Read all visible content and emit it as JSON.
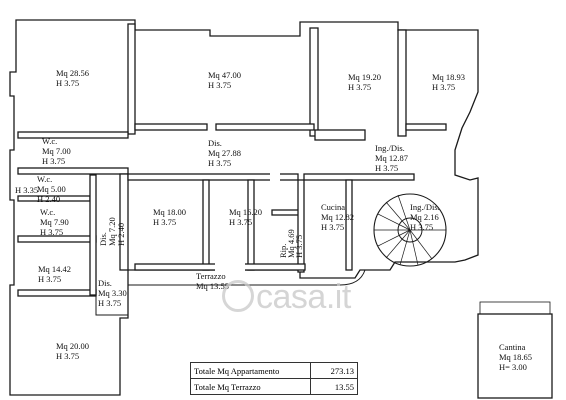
{
  "rooms": [
    {
      "id": "r1",
      "area": "Mq  28.56",
      "height": "H 3.75"
    },
    {
      "id": "r2",
      "area": "Mq  47.00",
      "height": "H 3.75"
    },
    {
      "id": "r3",
      "area": "Mq  19.20",
      "height": "H 3.75"
    },
    {
      "id": "r4",
      "area": "Mq  18.93",
      "height": "H 3.75"
    },
    {
      "id": "wc1",
      "name": "W.c.",
      "area": "Mq  7.00",
      "height": "H 3.75"
    },
    {
      "id": "dis1",
      "name": "Dis.",
      "area": "Mq  27.88",
      "height": "H 3.75"
    },
    {
      "id": "ingdis1",
      "name": "Ing./Dis.",
      "area": "Mq  12.87",
      "height": "H 3.75"
    },
    {
      "id": "wc2",
      "name": "W.c.",
      "area": "Mq  5.00",
      "height": "H 2.40"
    },
    {
      "id": "wc3",
      "name": "W.c.",
      "area": "Mq  7.90",
      "height": "H 3.75"
    },
    {
      "id": "r5",
      "area": "Mq  18.00",
      "height": "H 3.75"
    },
    {
      "id": "r6",
      "area": "Mq  16.20",
      "height": "H 3.75"
    },
    {
      "id": "cucina",
      "name": "Cucina",
      "area": "Mq  12.82",
      "height": "H 3.75"
    },
    {
      "id": "ingdis2",
      "name": "Ing./Dis.",
      "area": "Mq  2.16",
      "height": "H 3.75"
    },
    {
      "id": "r7",
      "area": "Mq  14.42",
      "height": "H 3.75"
    },
    {
      "id": "dis2",
      "name": "Dis.",
      "area": "Mq  3.30",
      "height": "H 3.75"
    },
    {
      "id": "r8",
      "area": "Mq  20.00",
      "height": "H 3.75"
    },
    {
      "id": "terrazzo",
      "name": "Terrazzo",
      "area": "Mq  13.55"
    },
    {
      "id": "cantina",
      "name": "Cantina",
      "area": "Mq  18.65",
      "height": "H= 3.00"
    }
  ],
  "side_labels": {
    "h335": "H 3.35",
    "dis_vert": "Dis.",
    "mq720": "Mq  7.20",
    "h240v": "H 2.40",
    "rip": "Rip.",
    "mq469": "Mq  4.69",
    "h375v": "H 3.75"
  },
  "watermark": "casa.it",
  "totals": [
    {
      "label": "Totale Mq Appartamento",
      "value": "273.13"
    },
    {
      "label": "Totale Mq Terrazzo",
      "value": "13.55"
    }
  ]
}
